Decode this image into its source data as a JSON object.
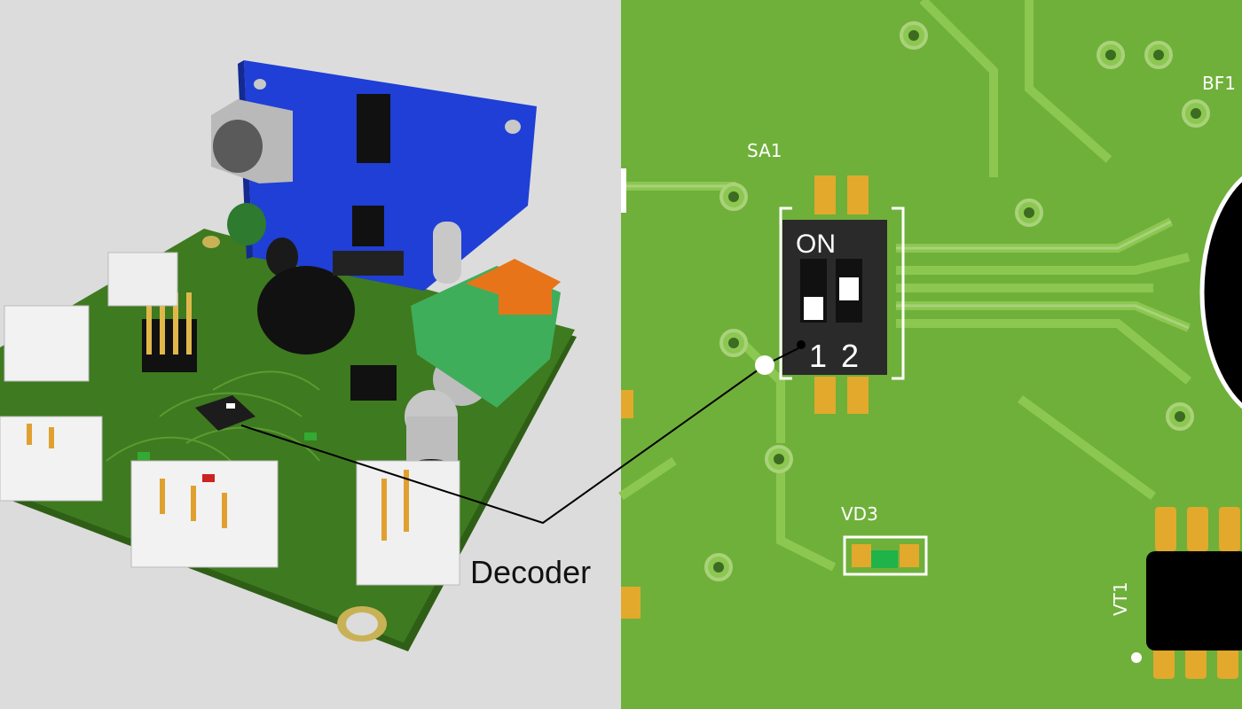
{
  "callout": {
    "label": "Decoder"
  },
  "dip_switch": {
    "on_label": "ON",
    "positions": [
      "1",
      "2"
    ]
  },
  "silkscreen": {
    "switch_ref": "SA1",
    "buzzer_ref": "BF1",
    "led_ref": "VD3",
    "transistor_ref": "VT1"
  },
  "colors": {
    "board_green_3d": "#3e7a1f",
    "board_green_2d": "#6fb03a",
    "daughter_board": "#1f3fd6",
    "terminal_green": "#3fae5a",
    "terminal_orange": "#e8741a",
    "pad_gold": "#e2a92c",
    "background": "#dcdcdc"
  },
  "icons": [
    "dip-switch-icon",
    "capacitor-icon",
    "ic-chip-icon",
    "connector-icon",
    "led-icon",
    "buzzer-icon"
  ]
}
